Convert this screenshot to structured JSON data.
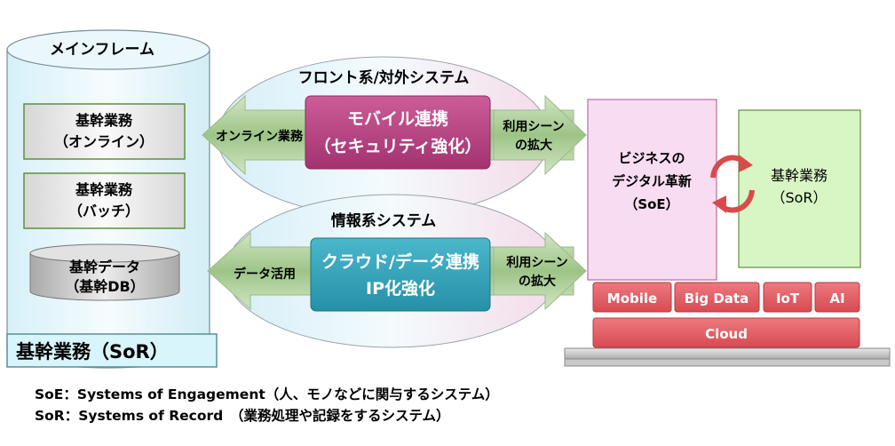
{
  "mainframe": {
    "title": "メインフレーム",
    "box1": [
      "基幹業務",
      "（オンライン）"
    ],
    "box2": [
      "基幹業務",
      "（バッチ）"
    ],
    "db": [
      "基幹データ",
      "（基幹DB）"
    ],
    "sor_label": "基幹業務（SoR）"
  },
  "front": {
    "title": "フロント系/対外システム",
    "center": [
      "モバイル連携",
      "（セキュリティ強化）"
    ],
    "left_label": "オンライン業務",
    "right_label": [
      "利用シーン",
      "の拡大"
    ]
  },
  "info": {
    "title": "情報系システム",
    "center": [
      "クラウド/データ連携",
      "IP化強化"
    ],
    "left_label": "データ活用",
    "right_label": [
      "利用シーン",
      "の拡大"
    ]
  },
  "soe_box": [
    "ビジネスの",
    "デジタル革新",
    "（SoE）"
  ],
  "sor_box": [
    "基幹業務",
    "（SoR）"
  ],
  "platform": {
    "items": [
      "Mobile",
      "Big Data",
      "IoT",
      "AI"
    ],
    "base": "Cloud"
  },
  "footnotes": [
    "SoE：Systems of Engagement（人、モノなどに関与するシステム）",
    "SoR：Systems of Record　（業務処理や記録をするシステム）"
  ],
  "colors": {
    "cylinder_fill": "#dff4fa",
    "green_box": "#d8f5c4",
    "pink_box": "#f7d9f0",
    "magenta": "#b8407f",
    "teal": "#2f9fb6",
    "red_pill": "#e05a60"
  }
}
